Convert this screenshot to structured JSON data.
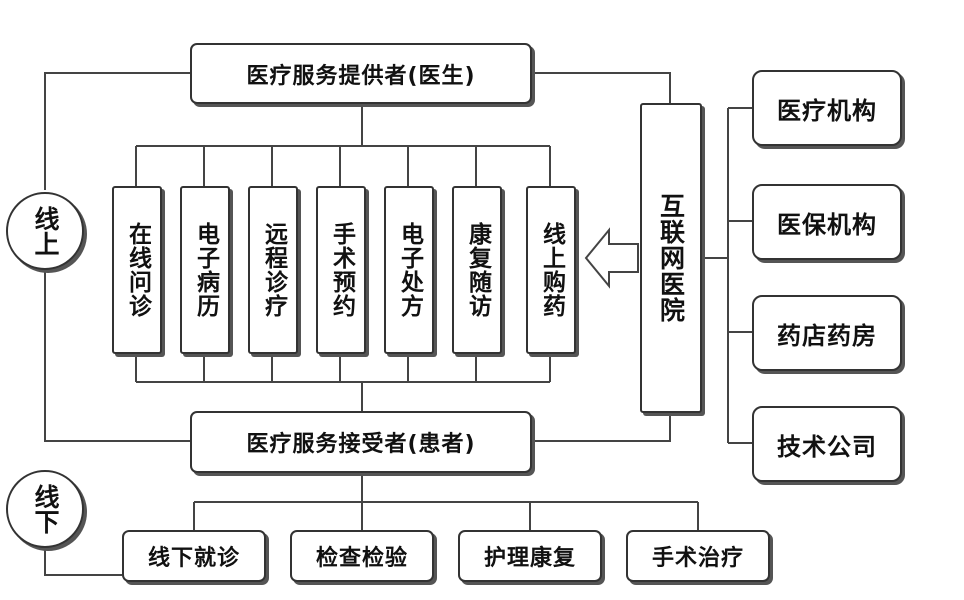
{
  "provider": "医疗服务提供者(医生)",
  "receiver": "医疗服务接受者(患者)",
  "internet_hospital": "互联网医院",
  "online": "线上",
  "offline": "线下",
  "online_services": [
    "在线问诊",
    "电子病历",
    "远程诊疗",
    "手术预约",
    "电子处方",
    "康复随访",
    "线上购药"
  ],
  "partners": [
    "医疗机构",
    "医保机构",
    "药店药房",
    "技术公司"
  ],
  "offline_services": [
    "线下就诊",
    "检查检验",
    "护理康复",
    "手术治疗"
  ]
}
